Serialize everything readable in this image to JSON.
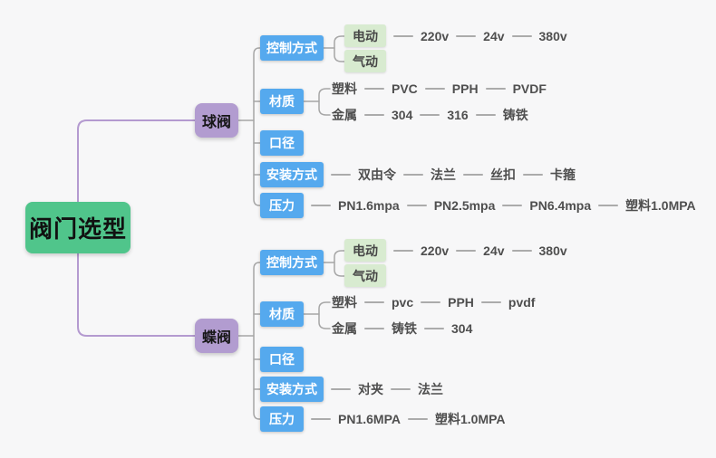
{
  "root": {
    "label": "阀门选型"
  },
  "branches": [
    {
      "label": "球阀",
      "children": [
        {
          "label": "控制方式",
          "children": [
            {
              "label": "电动",
              "chain": [
                "220v",
                "24v",
                "380v"
              ]
            },
            {
              "label": "气动"
            }
          ]
        },
        {
          "label": "材质",
          "children": [
            {
              "label": "塑料",
              "chain": [
                "PVC",
                "PPH",
                "PVDF"
              ]
            },
            {
              "label": "金属",
              "chain": [
                "304",
                "316",
                "铸铁"
              ]
            }
          ]
        },
        {
          "label": "口径"
        },
        {
          "label": "安装方式",
          "chain": [
            "双由令",
            "法兰",
            "丝扣",
            "卡箍"
          ]
        },
        {
          "label": "压力",
          "chain": [
            "PN1.6mpa",
            "PN2.5mpa",
            "PN6.4mpa",
            "塑料1.0MPA"
          ]
        }
      ]
    },
    {
      "label": "蝶阀",
      "children": [
        {
          "label": "控制方式",
          "children": [
            {
              "label": "电动",
              "chain": [
                "220v",
                "24v",
                "380v"
              ]
            },
            {
              "label": "气动"
            }
          ]
        },
        {
          "label": "材质",
          "children": [
            {
              "label": "塑料",
              "chain": [
                "pvc",
                "PPH",
                "pvdf"
              ]
            },
            {
              "label": "金属",
              "chain": [
                "铸铁",
                "304"
              ]
            }
          ]
        },
        {
          "label": "口径"
        },
        {
          "label": "安装方式",
          "chain": [
            "对夹",
            "法兰"
          ]
        },
        {
          "label": "压力",
          "chain": [
            "PN1.6MPA",
            "塑料1.0MPA"
          ]
        }
      ]
    }
  ],
  "colors": {
    "background": "#f7f7f8",
    "root_node": "#50c58b",
    "branch_node": "#b29cd0",
    "category_node": "#55a9ee",
    "leaf_node": "#d8ebd0",
    "branch_edge": "#b49ad0",
    "gray_edge": "#a6a6a6"
  }
}
